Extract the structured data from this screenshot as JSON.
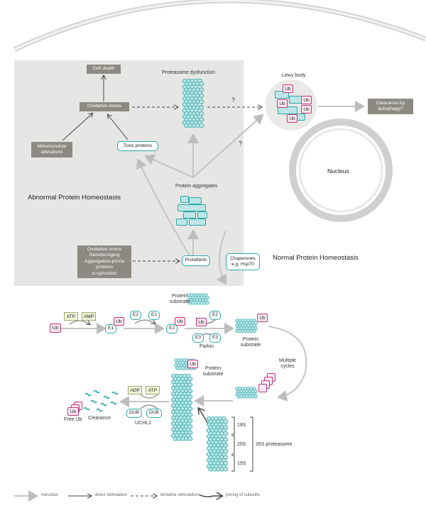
{
  "abnormal": {
    "region_label": "Abnormal Protein Homeostasis",
    "cell_death": "Cell death",
    "oxidative_stress": "Oxidative stress",
    "mitochondrial": "Mitochondrial alterations",
    "toxic_proteins": "Toxic proteins",
    "proteasome_dysfunction": "Proteasome dysfunction",
    "protein_aggregates": "Protein aggregates",
    "protofibrils": "Protofibrils",
    "causes": [
      "Oxidative stress",
      "Genetic/Aging",
      "Aggregation-prone",
      "proteins",
      "α-synuclein"
    ]
  },
  "lewy": {
    "label": "Lewy body",
    "question1": "?",
    "question2": "?",
    "ub_tag": "Ub"
  },
  "clearance_autophagy": "Clearance by autophagy?",
  "nucleus": "Nucleus",
  "normal": {
    "region_label": "Normal Protein Homeostasis",
    "chaperones": "Chaperones e.g. Hsp70"
  },
  "ups": {
    "ub": "Ub",
    "atp": "ATP",
    "amp": "AMP",
    "adp": "ADP",
    "e1": "E1",
    "e2": "E2",
    "e3": "E3",
    "parkin": "Parkin",
    "protein_substrate": "Protein substrate",
    "multiple_cycles": "Multiple cycles",
    "dub": "DUB",
    "uchl1": "UCHL1",
    "free_ub": "Free Ub",
    "clearance": "Clearance",
    "s19_top": "19S",
    "s20": "20S",
    "s19_bottom": "19S",
    "proteasome_26s": "26S proteasome"
  },
  "legend": {
    "transition": "transition",
    "direct": "direct stimulation",
    "tentative": "tentative stimulation",
    "joining": "joining of subunits"
  },
  "colors": {
    "teal": "#2aa7a8",
    "teal_fill": "#bfe6e6",
    "magenta": "#c2357c",
    "gray_box": "#8c8a82",
    "region": "#e8e8e6"
  }
}
